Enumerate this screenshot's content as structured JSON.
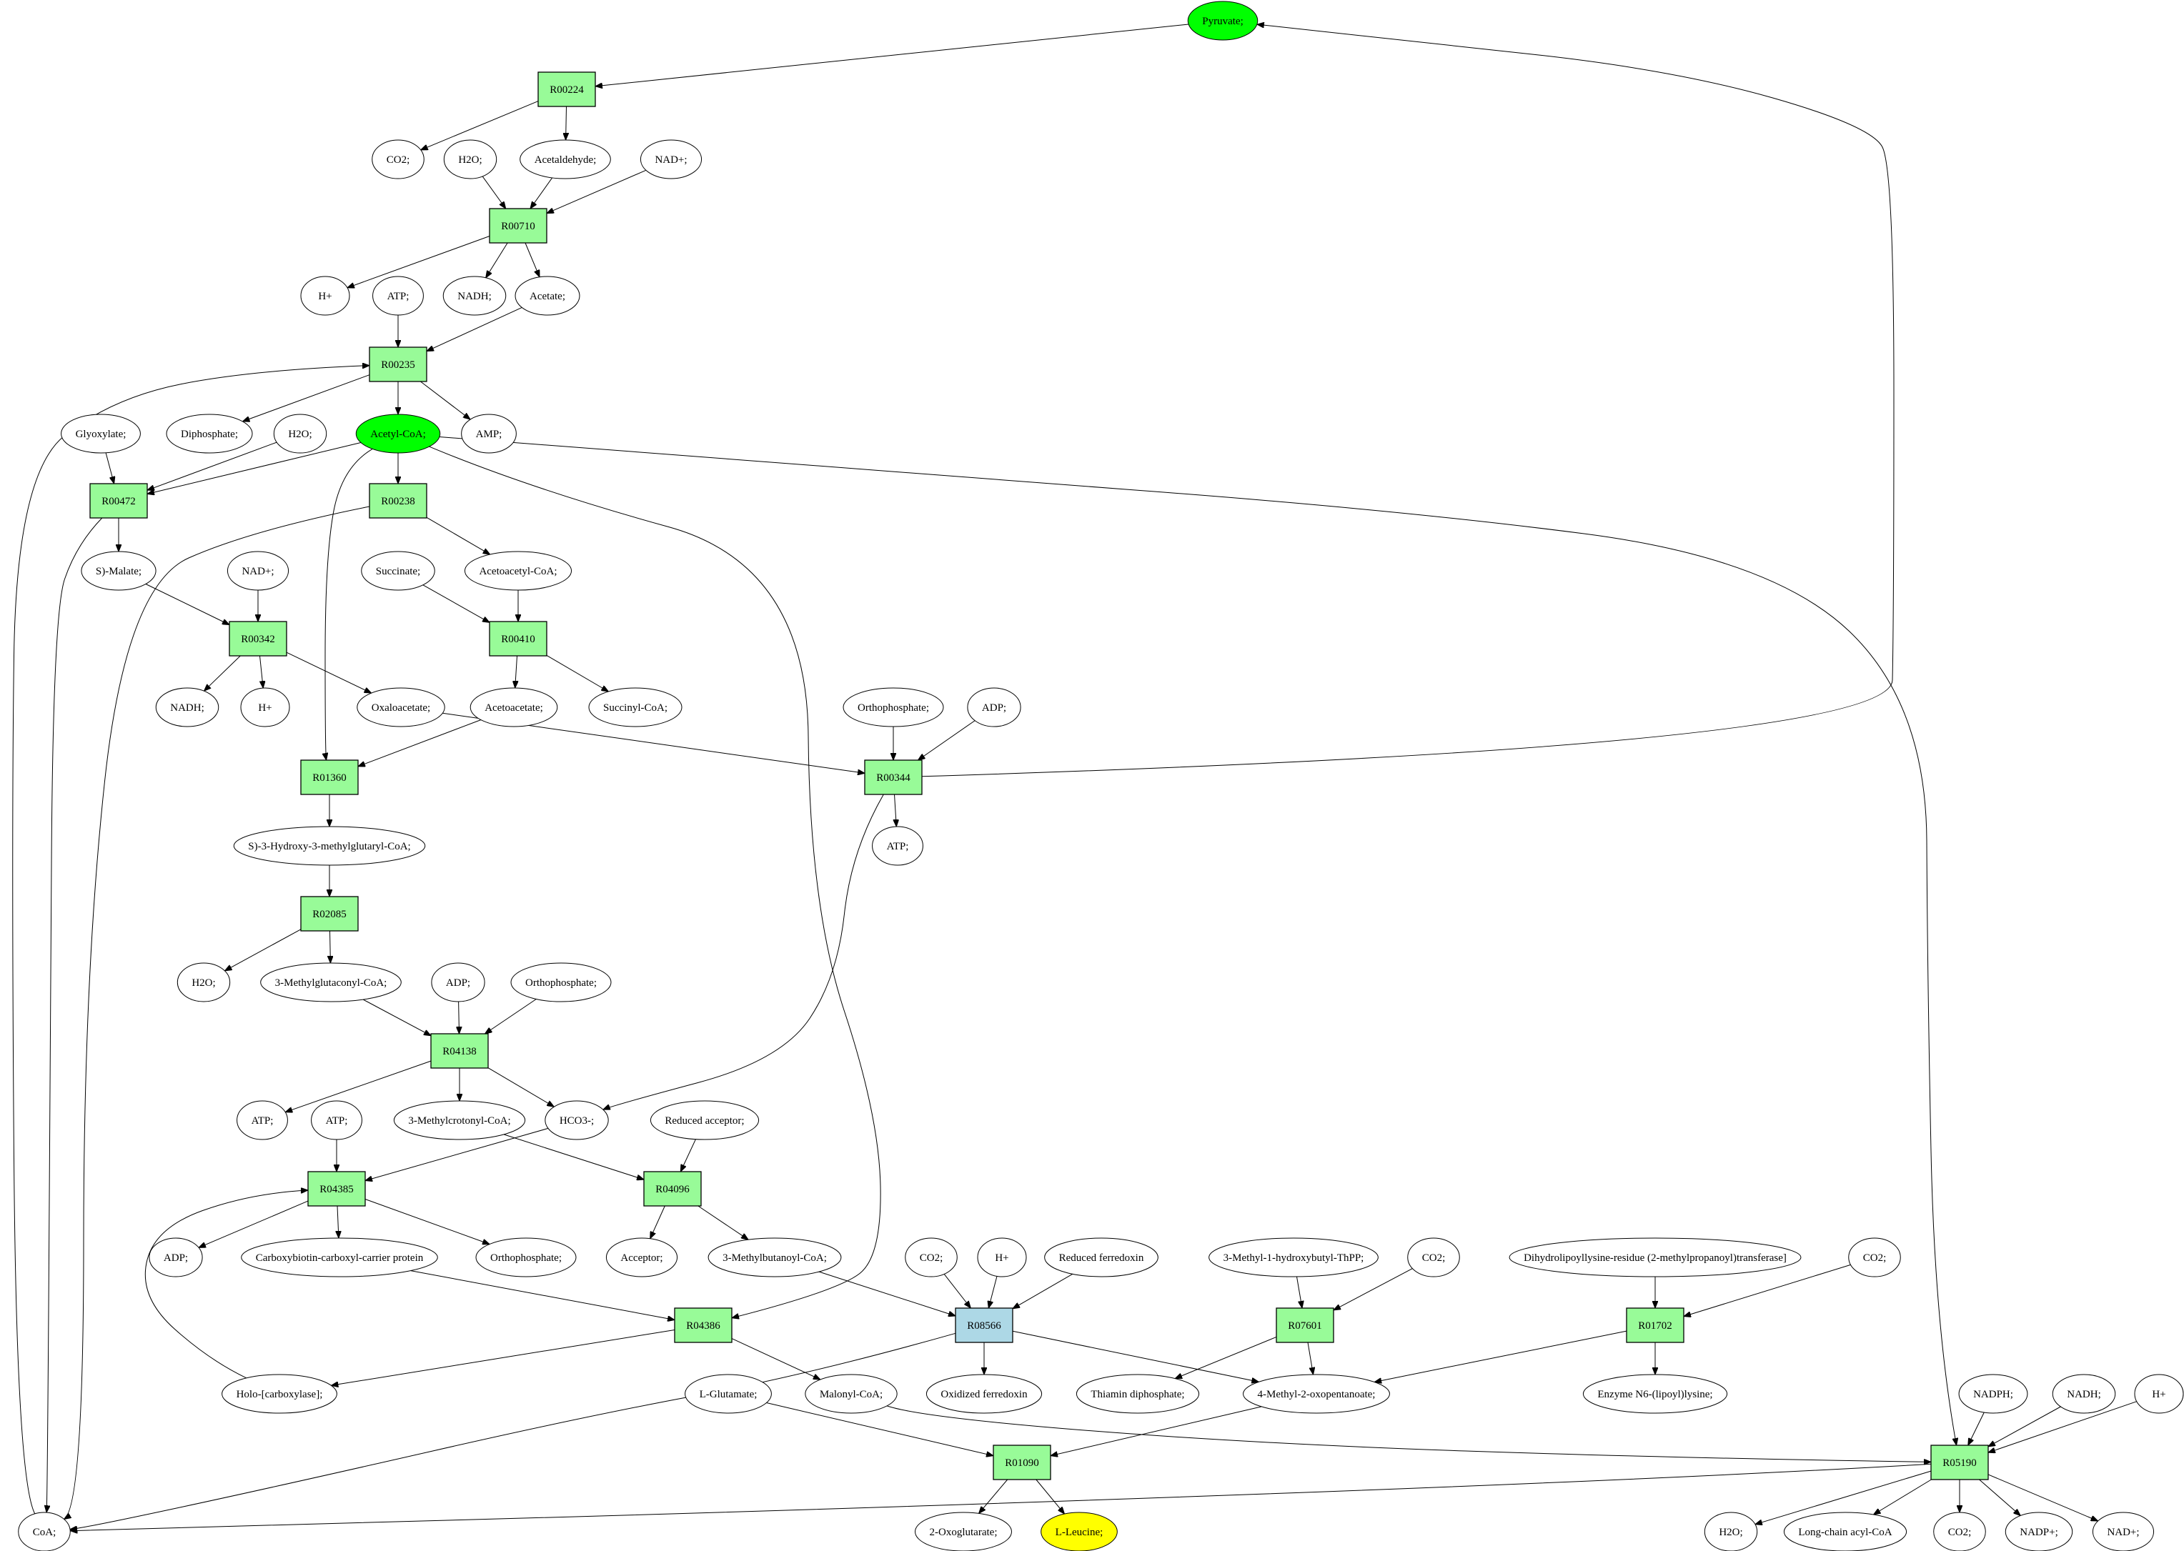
{
  "diagram": {
    "title": "Acetyl-CoA / L-Leucine reaction network",
    "colors": {
      "reaction": "#98fb98",
      "reaction_highlight": "#add8e6",
      "compound_key": "#00ff00",
      "compound_target": "#ffff00",
      "compound": "#ffffff"
    },
    "reactions": [
      {
        "id": "r_R00224",
        "label": "R00224",
        "style": "reaction"
      },
      {
        "id": "r_R00710",
        "label": "R00710",
        "style": "reaction"
      },
      {
        "id": "r_R00235",
        "label": "R00235",
        "style": "reaction"
      },
      {
        "id": "r_R00472",
        "label": "R00472",
        "style": "reaction"
      },
      {
        "id": "r_R00238",
        "label": "R00238",
        "style": "reaction"
      },
      {
        "id": "r_R00342",
        "label": "R00342",
        "style": "reaction"
      },
      {
        "id": "r_R00410",
        "label": "R00410",
        "style": "reaction"
      },
      {
        "id": "r_R01360",
        "label": "R01360",
        "style": "reaction"
      },
      {
        "id": "r_R00344",
        "label": "R00344",
        "style": "reaction"
      },
      {
        "id": "r_R02085",
        "label": "R02085",
        "style": "reaction"
      },
      {
        "id": "r_R04138",
        "label": "R04138",
        "style": "reaction"
      },
      {
        "id": "r_R04385",
        "label": "R04385",
        "style": "reaction"
      },
      {
        "id": "r_R04096",
        "label": "R04096",
        "style": "reaction"
      },
      {
        "id": "r_R04386",
        "label": "R04386",
        "style": "reaction"
      },
      {
        "id": "r_R08566",
        "label": "R08566",
        "style": "reaction_highlight"
      },
      {
        "id": "r_R07601",
        "label": "R07601",
        "style": "reaction"
      },
      {
        "id": "r_R01702",
        "label": "R01702",
        "style": "reaction"
      },
      {
        "id": "r_R01090",
        "label": "R01090",
        "style": "reaction"
      },
      {
        "id": "r_R05190",
        "label": "R05190",
        "style": "reaction"
      }
    ],
    "compounds": [
      {
        "id": "c_pyruvate",
        "label": "Pyruvate;",
        "style": "compound_key"
      },
      {
        "id": "c_co2_1",
        "label": "CO2;",
        "style": "compound"
      },
      {
        "id": "c_h2o_1",
        "label": "H2O;",
        "style": "compound"
      },
      {
        "id": "c_acetaldehyde",
        "label": "Acetaldehyde;",
        "style": "compound"
      },
      {
        "id": "c_nadp_1",
        "label": "NAD+;",
        "style": "compound"
      },
      {
        "id": "c_hplus_1",
        "label": "H+",
        "style": "compound"
      },
      {
        "id": "c_atp_1",
        "label": "ATP;",
        "style": "compound"
      },
      {
        "id": "c_nadh_1",
        "label": "NADH;",
        "style": "compound"
      },
      {
        "id": "c_acetate",
        "label": "Acetate;",
        "style": "compound"
      },
      {
        "id": "c_glyoxylate",
        "label": "Glyoxylate;",
        "style": "compound"
      },
      {
        "id": "c_diphosphate",
        "label": "Diphosphate;",
        "style": "compound"
      },
      {
        "id": "c_h2o_2",
        "label": "H2O;",
        "style": "compound"
      },
      {
        "id": "c_acetylcoa",
        "label": "Acetyl-CoA;",
        "style": "compound_key"
      },
      {
        "id": "c_amp",
        "label": "AMP;",
        "style": "compound"
      },
      {
        "id": "c_smalate",
        "label": "S)-Malate;",
        "style": "compound"
      },
      {
        "id": "c_nadp_2",
        "label": "NAD+;",
        "style": "compound"
      },
      {
        "id": "c_succinate",
        "label": "Succinate;",
        "style": "compound"
      },
      {
        "id": "c_acetoacetylcoa",
        "label": "Acetoacetyl-CoA;",
        "style": "compound"
      },
      {
        "id": "c_nadh_2",
        "label": "NADH;",
        "style": "compound"
      },
      {
        "id": "c_hplus_2",
        "label": "H+",
        "style": "compound"
      },
      {
        "id": "c_oxaloacetate",
        "label": "Oxaloacetate;",
        "style": "compound"
      },
      {
        "id": "c_acetoacetate",
        "label": "Acetoacetate;",
        "style": "compound"
      },
      {
        "id": "c_succinylcoa",
        "label": "Succinyl-CoA;",
        "style": "compound"
      },
      {
        "id": "c_orthophosphate_1",
        "label": "Orthophosphate;",
        "style": "compound"
      },
      {
        "id": "c_adp_1",
        "label": "ADP;",
        "style": "compound"
      },
      {
        "id": "c_atp_2",
        "label": "ATP;",
        "style": "compound"
      },
      {
        "id": "c_hmgcoa",
        "label": "S)-3-Hydroxy-3-methylglutaryl-CoA;",
        "style": "compound"
      },
      {
        "id": "c_h2o_3",
        "label": "H2O;",
        "style": "compound"
      },
      {
        "id": "c_methylglutaconylcoa",
        "label": "3-Methylglutaconyl-CoA;",
        "style": "compound"
      },
      {
        "id": "c_adp_2",
        "label": "ADP;",
        "style": "compound"
      },
      {
        "id": "c_orthophosphate_2",
        "label": "Orthophosphate;",
        "style": "compound"
      },
      {
        "id": "c_atp_3",
        "label": "ATP;",
        "style": "compound"
      },
      {
        "id": "c_atp_4",
        "label": "ATP;",
        "style": "compound"
      },
      {
        "id": "c_methylcrotonylcoa",
        "label": "3-Methylcrotonyl-CoA;",
        "style": "compound"
      },
      {
        "id": "c_hco3",
        "label": "HCO3-;",
        "style": "compound"
      },
      {
        "id": "c_reducedacceptor",
        "label": "Reduced acceptor;",
        "style": "compound"
      },
      {
        "id": "c_adp_3",
        "label": "ADP;",
        "style": "compound"
      },
      {
        "id": "c_carboxybiotin",
        "label": "Carboxybiotin-carboxyl-carrier protein",
        "style": "compound"
      },
      {
        "id": "c_orthophosphate_3",
        "label": "Orthophosphate;",
        "style": "compound"
      },
      {
        "id": "c_acceptor",
        "label": "Acceptor;",
        "style": "compound"
      },
      {
        "id": "c_methylbutanoylcoa",
        "label": "3-Methylbutanoyl-CoA;",
        "style": "compound"
      },
      {
        "id": "c_co2_2",
        "label": "CO2;",
        "style": "compound"
      },
      {
        "id": "c_hplus_3",
        "label": "H+",
        "style": "compound"
      },
      {
        "id": "c_reducedferredoxin",
        "label": "Reduced ferredoxin",
        "style": "compound"
      },
      {
        "id": "c_methylhydroxybutylthpp",
        "label": "3-Methyl-1-hydroxybutyl-ThPP;",
        "style": "compound"
      },
      {
        "id": "c_co2_3",
        "label": "CO2;",
        "style": "compound"
      },
      {
        "id": "c_dihydrolipoyllysine",
        "label": "Dihydrolipoyllysine-residue (2-methylpropanoyl)transferase]",
        "style": "compound"
      },
      {
        "id": "c_co2_4",
        "label": "CO2;",
        "style": "compound"
      },
      {
        "id": "c_holocarboxylase",
        "label": "Holo-[carboxylase];",
        "style": "compound"
      },
      {
        "id": "c_lglutamate",
        "label": "L-Glutamate;",
        "style": "compound"
      },
      {
        "id": "c_malonylcoa",
        "label": "Malonyl-CoA;",
        "style": "compound"
      },
      {
        "id": "c_oxidizedferredoxin",
        "label": "Oxidized ferredoxin",
        "style": "compound"
      },
      {
        "id": "c_thiamindiphosphate",
        "label": "Thiamin diphosphate;",
        "style": "compound"
      },
      {
        "id": "c_methyloxopentanoate",
        "label": "4-Methyl-2-oxopentanoate;",
        "style": "compound"
      },
      {
        "id": "c_enzymelipoyllysine",
        "label": "Enzyme N6-(lipoyl)lysine;",
        "style": "compound"
      },
      {
        "id": "c_nadph",
        "label": "NADPH;",
        "style": "compound"
      },
      {
        "id": "c_nadh_3",
        "label": "NADH;",
        "style": "compound"
      },
      {
        "id": "c_hplus_4",
        "label": "H+",
        "style": "compound"
      },
      {
        "id": "c_coa",
        "label": "CoA;",
        "style": "compound"
      },
      {
        "id": "c_oxoglutarate",
        "label": "2-Oxoglutarate;",
        "style": "compound"
      },
      {
        "id": "c_lleucine",
        "label": "L-Leucine;",
        "style": "compound_target"
      },
      {
        "id": "c_h2o_4",
        "label": "H2O;",
        "style": "compound"
      },
      {
        "id": "c_longchainacylcoa",
        "label": "Long-chain acyl-CoA",
        "style": "compound"
      },
      {
        "id": "c_co2_5",
        "label": "CO2;",
        "style": "compound"
      },
      {
        "id": "c_nadpplus",
        "label": "NADP+;",
        "style": "compound"
      },
      {
        "id": "c_nadplus_3",
        "label": "NAD+;",
        "style": "compound"
      }
    ],
    "edges": [
      [
        "c_pyruvate",
        "r_R00224"
      ],
      [
        "r_R00224",
        "c_co2_1"
      ],
      [
        "r_R00224",
        "c_acetaldehyde"
      ],
      [
        "c_h2o_1",
        "r_R00710"
      ],
      [
        "c_acetaldehyde",
        "r_R00710"
      ],
      [
        "c_nadp_1",
        "r_R00710"
      ],
      [
        "r_R00710",
        "c_hplus_1"
      ],
      [
        "r_R00710",
        "c_nadh_1"
      ],
      [
        "r_R00710",
        "c_acetate"
      ],
      [
        "c_atp_1",
        "r_R00235"
      ],
      [
        "c_acetate",
        "r_R00235"
      ],
      [
        "c_coa",
        "r_R00235"
      ],
      [
        "r_R00235",
        "c_diphosphate"
      ],
      [
        "r_R00235",
        "c_acetylcoa"
      ],
      [
        "r_R00235",
        "c_amp"
      ],
      [
        "c_glyoxylate",
        "r_R00472"
      ],
      [
        "c_h2o_2",
        "r_R00472"
      ],
      [
        "c_acetylcoa",
        "r_R00472"
      ],
      [
        "c_acetylcoa",
        "r_R00238"
      ],
      [
        "c_acetylcoa",
        "r_R01360"
      ],
      [
        "c_acetylcoa",
        "r_R04386"
      ],
      [
        "c_acetylcoa",
        "r_R05190"
      ],
      [
        "r_R00472",
        "c_smalate"
      ],
      [
        "r_R00472",
        "c_coa"
      ],
      [
        "r_R00238",
        "c_acetoacetylcoa"
      ],
      [
        "r_R00238",
        "c_coa"
      ],
      [
        "c_smalate",
        "r_R00342"
      ],
      [
        "c_nadp_2",
        "r_R00342"
      ],
      [
        "c_succinate",
        "r_R00410"
      ],
      [
        "c_acetoacetylcoa",
        "r_R00410"
      ],
      [
        "r_R00342",
        "c_nadh_2"
      ],
      [
        "r_R00342",
        "c_hplus_2"
      ],
      [
        "r_R00342",
        "c_oxaloacetate"
      ],
      [
        "r_R00410",
        "c_acetoacetate"
      ],
      [
        "r_R00410",
        "c_succinylcoa"
      ],
      [
        "c_acetoacetate",
        "r_R01360"
      ],
      [
        "c_oxaloacetate",
        "r_R00344"
      ],
      [
        "c_orthophosphate_1",
        "r_R00344"
      ],
      [
        "c_adp_1",
        "r_R00344"
      ],
      [
        "r_R00344",
        "c_atp_2"
      ],
      [
        "r_R00344",
        "c_pyruvate"
      ],
      [
        "r_R00344",
        "c_hco3"
      ],
      [
        "r_R01360",
        "c_hmgcoa"
      ],
      [
        "c_hmgcoa",
        "r_R02085"
      ],
      [
        "r_R02085",
        "c_h2o_3"
      ],
      [
        "r_R02085",
        "c_methylglutaconylcoa"
      ],
      [
        "c_methylglutaconylcoa",
        "r_R04138"
      ],
      [
        "c_adp_2",
        "r_R04138"
      ],
      [
        "c_orthophosphate_2",
        "r_R04138"
      ],
      [
        "r_R04138",
        "c_atp_3"
      ],
      [
        "r_R04138",
        "c_methylcrotonylcoa"
      ],
      [
        "r_R04138",
        "c_hco3"
      ],
      [
        "c_atp_4",
        "r_R04385"
      ],
      [
        "c_hco3",
        "r_R04385"
      ],
      [
        "c_holocarboxylase",
        "r_R04385"
      ],
      [
        "c_methylcrotonylcoa",
        "r_R04096"
      ],
      [
        "c_reducedacceptor",
        "r_R04096"
      ],
      [
        "r_R04385",
        "c_adp_3"
      ],
      [
        "r_R04385",
        "c_carboxybiotin"
      ],
      [
        "r_R04385",
        "c_orthophosphate_3"
      ],
      [
        "r_R04096",
        "c_acceptor"
      ],
      [
        "r_R04096",
        "c_methylbutanoylcoa"
      ],
      [
        "c_carboxybiotin",
        "r_R04386"
      ],
      [
        "r_R04386",
        "c_holocarboxylase"
      ],
      [
        "r_R04386",
        "c_malonylcoa"
      ],
      [
        "c_methylbutanoylcoa",
        "r_R08566"
      ],
      [
        "c_co2_2",
        "r_R08566"
      ],
      [
        "c_hplus_3",
        "r_R08566"
      ],
      [
        "c_reducedferredoxin",
        "r_R08566"
      ],
      [
        "r_R08566",
        "c_oxidizedferredoxin"
      ],
      [
        "r_R08566",
        "c_methyloxopentanoate"
      ],
      [
        "r_R08566",
        "c_coa"
      ],
      [
        "c_methylhydroxybutylthpp",
        "r_R07601"
      ],
      [
        "c_co2_3",
        "r_R07601"
      ],
      [
        "r_R07601",
        "c_thiamindiphosphate"
      ],
      [
        "r_R07601",
        "c_methyloxopentanoate"
      ],
      [
        "c_dihydrolipoyllysine",
        "r_R01702"
      ],
      [
        "c_co2_4",
        "r_R01702"
      ],
      [
        "r_R01702",
        "c_enzymelipoyllysine"
      ],
      [
        "r_R01702",
        "c_methyloxopentanoate"
      ],
      [
        "c_lglutamate",
        "r_R01090"
      ],
      [
        "c_methyloxopentanoate",
        "r_R01090"
      ],
      [
        "r_R01090",
        "c_oxoglutarate"
      ],
      [
        "r_R01090",
        "c_lleucine"
      ],
      [
        "c_malonylcoa",
        "r_R05190"
      ],
      [
        "c_nadph",
        "r_R05190"
      ],
      [
        "c_nadh_3",
        "r_R05190"
      ],
      [
        "c_hplus_4",
        "r_R05190"
      ],
      [
        "r_R05190",
        "c_coa"
      ],
      [
        "r_R05190",
        "c_h2o_4"
      ],
      [
        "r_R05190",
        "c_longchainacylcoa"
      ],
      [
        "r_R05190",
        "c_co2_5"
      ],
      [
        "r_R05190",
        "c_nadpplus"
      ],
      [
        "r_R05190",
        "c_nadplus_3"
      ]
    ]
  }
}
